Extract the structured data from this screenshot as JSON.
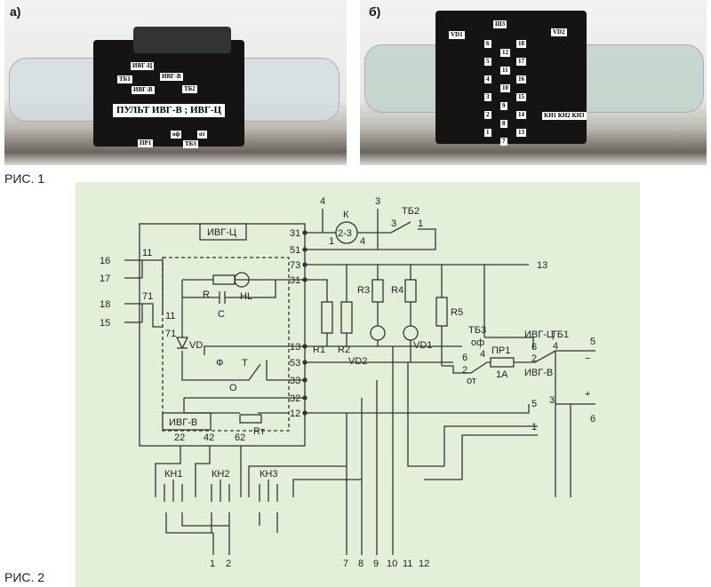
{
  "fig1": {
    "caption": "РИС. 1",
    "a": {
      "label": "а)",
      "title_plate": "ПУЛЬТ ИВГ-В ; ИВГ-Ц",
      "tb1": "ТБ1",
      "tb2": "ТБ2",
      "tb3": "ТБ3",
      "pr1": "ПР1",
      "ivg_c": "ИВГ-Ц",
      "ivg_v": "ИВГ-В",
      "ivg_v2": "ИВГ-В",
      "of": "оф",
      "ot": "от"
    },
    "b": {
      "label": "б)",
      "vd1": "VD1",
      "vd2": "VD2",
      "sh3": "Ш3",
      "kn": "КН1 КН2 КН3",
      "pins_left": [
        "6",
        "5",
        "4",
        "3",
        "2",
        "1"
      ],
      "pins_mid": [
        "12",
        "11",
        "10",
        "9",
        "8",
        "7"
      ],
      "pins_right": [
        "18",
        "17",
        "16",
        "15",
        "14",
        "13"
      ]
    }
  },
  "fig2": {
    "caption": "РИС. 2",
    "blocks": {
      "ivg_c": "ИВГ-Ц",
      "ivg_v": "ИВГ-В"
    },
    "components": {
      "K": "К",
      "K_body": "2-3",
      "K_pin1": "1",
      "K_pin4": "4",
      "TB2": "ТБ2",
      "TB2_3": "3",
      "TB2_1": "1",
      "R": "R",
      "HL": "HL",
      "C": "C",
      "VD": "VD",
      "R1": "R1",
      "R2": "R2",
      "R3": "R3",
      "R4": "R4",
      "R5": "R5",
      "VD1": "VD1",
      "VD2": "VD2",
      "Rt": "Rт",
      "F": "Ф",
      "T": "Т",
      "O": "О",
      "TB3": "ТБ3",
      "TB3_of": "оф",
      "TB3_ot": "от",
      "TB3_6": "6",
      "TB3_4": "4",
      "TB3_2": "2",
      "PR1": "ПР1",
      "PR1_rating": "1А",
      "TB1": "ТБ1",
      "TB1_ivgc": "ИВГ-Ц",
      "TB1_ivgv": "ИВГ-В",
      "TB1_6": "6",
      "TB1_2": "2",
      "TB1_4": "4",
      "TB1_5": "5",
      "TB1_3": "3",
      "TB1_1": "1",
      "minus": "−",
      "plus": "+",
      "KH1": "КН1",
      "KH2": "КН2",
      "KH3": "КН3"
    },
    "right_pins": [
      "31",
      "51",
      "73",
      "31",
      "13",
      "53",
      "33",
      "32",
      "12"
    ],
    "inner_pins": [
      "11",
      "71"
    ],
    "left_terminals": [
      "16",
      "17",
      "18",
      "15"
    ],
    "left_nodes": [
      "11",
      "71"
    ],
    "bottom_pins": [
      "22",
      "42",
      "62"
    ],
    "top_terminals": [
      "4",
      "3"
    ],
    "side_terminals": [
      "13",
      "5",
      "6"
    ],
    "bottom_terminals": [
      "1",
      "2",
      "7",
      "8",
      "9",
      "10",
      "11",
      "12"
    ]
  }
}
